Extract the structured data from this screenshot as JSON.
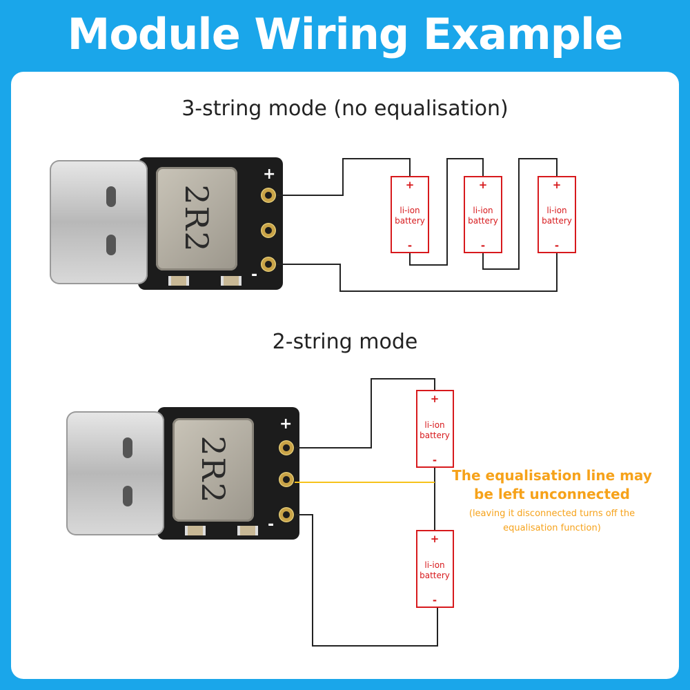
{
  "header": {
    "title": "Module Wiring Example"
  },
  "sections": [
    {
      "label": "3-string mode (no equalisation)"
    },
    {
      "label": "2-string mode"
    }
  ],
  "board": {
    "inductor_marking": "2R2",
    "plus_sign": "+",
    "minus_sign": "-"
  },
  "battery": {
    "plus": "+",
    "minus": "-",
    "name_line1": "li-ion",
    "name_line2": "battery"
  },
  "note": {
    "main": "The equalisation line may be left unconnected",
    "sub": "(leaving it disconnected turns off the equalisation function)"
  },
  "colors": {
    "background": "#1aa6ea",
    "battery_red": "#d7191c",
    "note_orange": "#f6a21a",
    "wire": "#222222"
  }
}
